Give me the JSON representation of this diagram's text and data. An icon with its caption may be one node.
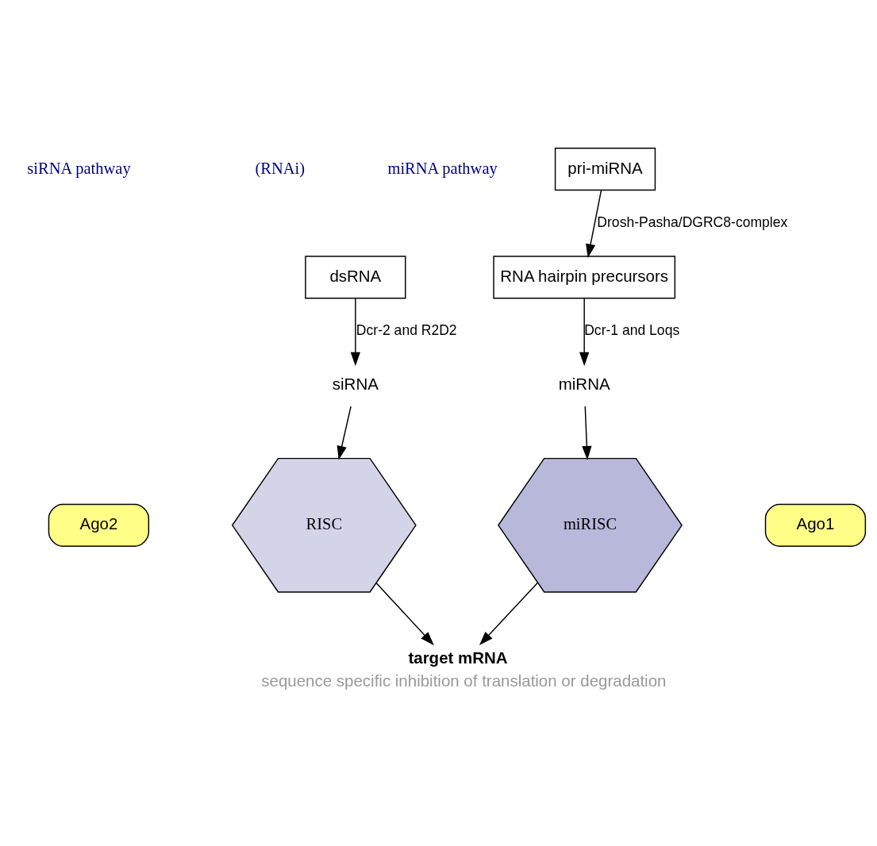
{
  "diagram": {
    "nodes": [
      {
        "text": [
          "pri-miRNA"
        ]
      },
      {
        "text": [
          "dsRNA"
        ]
      },
      {
        "text": [
          "RNA hairpin precursors"
        ]
      },
      {
        "text": [
          "siRNA"
        ]
      },
      {
        "text": [
          "miRNA"
        ]
      },
      {
        "text": [
          "RISC"
        ]
      },
      {
        "text": [
          "Ago2"
        ]
      },
      {
        "text": [
          "miRISC"
        ]
      },
      {
        "text": [
          "Ago1"
        ]
      },
      {
        "text": [
          "target mRNA",
          "sequence specific inhibition of translation or degradation"
        ]
      }
    ],
    "edges": [
      {
        "from": 0,
        "to": 2,
        "arrow": "to",
        "label": "Drosh-Pasha/DGRC8-complex"
      },
      {
        "from": 1,
        "to": 3,
        "arrow": "to",
        "label": "Dcr-2 and R2D2"
      },
      {
        "from": 2,
        "to": 4,
        "arrow": "to",
        "label": "Dcr-1 and Loqs"
      },
      {
        "from": 3,
        "to": 5,
        "arrow": "to"
      },
      {
        "from": 4,
        "to": 7,
        "arrow": "to"
      },
      {
        "from": 5,
        "to": 9,
        "arrow": "to"
      },
      {
        "from": 7,
        "to": 9,
        "arrow": "to"
      }
    ],
    "labels": [
      "siRNA pathway",
      "(RNAi)",
      "miRNA pathway"
    ]
  }
}
